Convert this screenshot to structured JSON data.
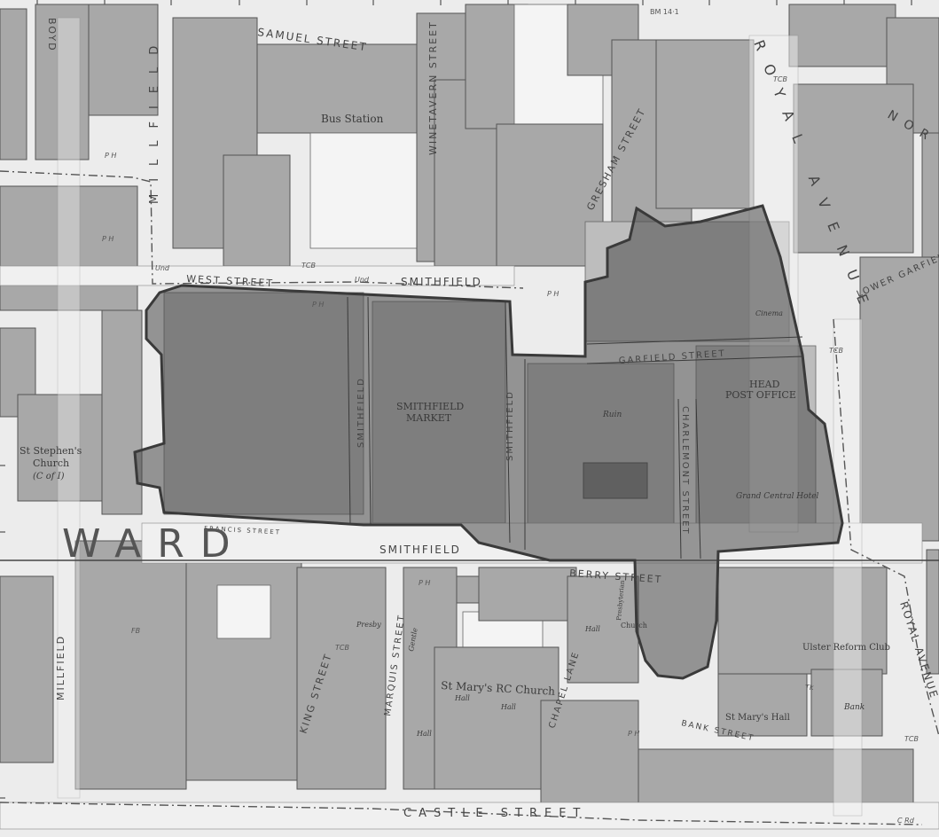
{
  "map": {
    "ward_label": "WARD",
    "streets": {
      "samuel": "SAMUEL STREET",
      "winetavern": "WINETAVERN STREET",
      "gresham": "GRESHAM STREET",
      "royal_avenue_top": "ROYAL AVENUE",
      "royal_avenue_side": "ROYAL AVENUE",
      "west_street": "WEST STREET",
      "smithfield_top": "SMITHFIELD",
      "smithfield_bottom": "SMITHFIELD",
      "smithfield_west": "SMITHFIELD",
      "smithfield_east": "SMITHFIELD",
      "garfield": "GARFIELD STREET",
      "lower_garfield": "LOWER GARFIELD",
      "charlemont": "CHARLEMONT STREET",
      "berry": "BERRY STREET",
      "francis": "FRANCIS STREET",
      "millfield": "MILLFIELD",
      "millfield_top": "MILLFIELD",
      "king": "KING STREET",
      "marquis": "MARQUIS STREET",
      "chapel_lane": "CHAPEL LANE",
      "bank": "BANK STREET",
      "castle": "CASTLE STREET",
      "boyd": "BOYD",
      "north": "NOR"
    },
    "buildings": {
      "bus_station": "Bus Station",
      "smithfield_market_1": "SMITHFIELD",
      "smithfield_market_2": "MARKET",
      "head_post_office_1": "HEAD",
      "head_post_office_2": "POST OFFICE",
      "grand_central": "Grand Central Hotel",
      "cinema": "Cinema",
      "st_stephens_1": "St Stephen's",
      "st_stephens_2": "Church",
      "st_stephens_3": "(C of I)",
      "st_marys_rc": "St Mary's RC Church",
      "st_marys_hall": "St Mary's Hall",
      "ulster_reform": "Ulster Reform Club",
      "bank": "Bank",
      "ruin": "Ruin",
      "presbyterian": "Presbyterian",
      "presbyterian_church": "Church",
      "presby": "Presby",
      "gentle": "Gentle",
      "hall1": "Hall",
      "hall2": "Hall",
      "hall3": "Hall",
      "hall4": "Hall"
    },
    "annotations": {
      "bm": "BM 14·1",
      "tcb1": "TCB",
      "tcb2": "TCB",
      "tcb3": "TCB",
      "tcb4": "TCB",
      "tcb5": "TCB",
      "und1": "Und",
      "und2": "Und",
      "ph1": "P H",
      "ph2": "P H",
      "ph3": "P H",
      "ph4": "P H",
      "ph5": "P H",
      "ph6": "P H",
      "fb": "FB",
      "crd": "C Rd",
      "tk": "Tk"
    },
    "colors": {
      "paper": "#ececec",
      "building": "#a8a8a8",
      "highlight": "#555555"
    }
  }
}
